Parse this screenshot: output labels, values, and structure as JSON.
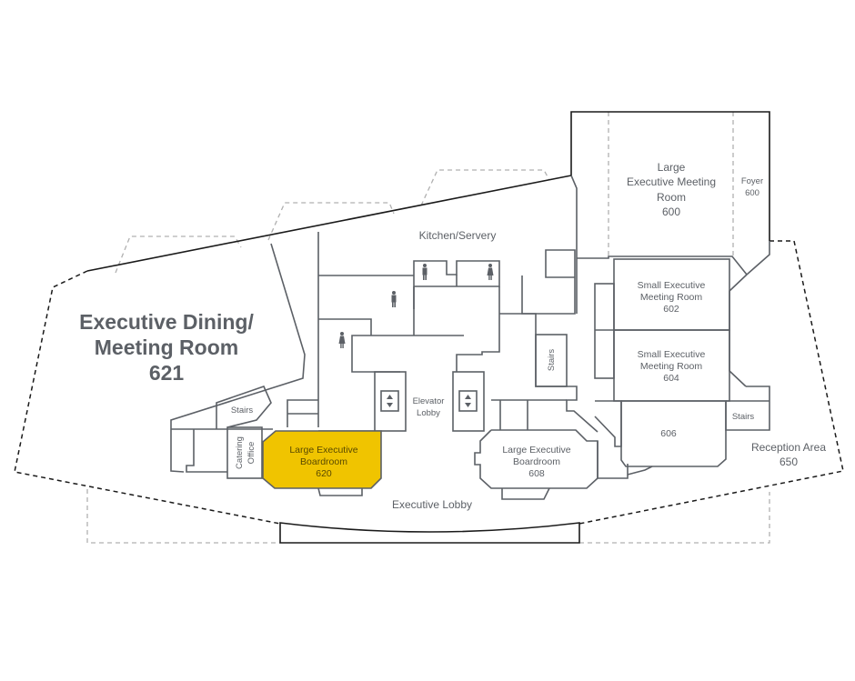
{
  "map": {
    "title": "Executive Floor Plan",
    "highlight_color": "#F0C400",
    "wall_color": "#5C6066",
    "rooms": [
      {
        "id": "621",
        "lines": [
          "Executive Dining/",
          "Meeting Room",
          "621"
        ],
        "highlighted": false
      },
      {
        "id": "kitchen",
        "lines": [
          "Kitchen/Servery"
        ],
        "highlighted": false
      },
      {
        "id": "600",
        "lines": [
          "Large",
          "Executive Meeting",
          "Room",
          "600"
        ],
        "highlighted": false
      },
      {
        "id": "foyer-600",
        "lines": [
          "Foyer",
          "600"
        ],
        "highlighted": false
      },
      {
        "id": "602",
        "lines": [
          "Small Executive",
          "Meeting Room",
          "602"
        ],
        "highlighted": false
      },
      {
        "id": "604",
        "lines": [
          "Small Executive",
          "Meeting Room",
          "604"
        ],
        "highlighted": false
      },
      {
        "id": "606",
        "lines": [
          "606"
        ],
        "highlighted": false
      },
      {
        "id": "stairs-east",
        "lines": [
          "Stairs"
        ],
        "highlighted": false
      },
      {
        "id": "stairs-center",
        "lines": [
          "Stairs"
        ],
        "highlighted": false
      },
      {
        "id": "stairs-west",
        "lines": [
          "Stairs"
        ],
        "highlighted": false
      },
      {
        "id": "650",
        "lines": [
          "Reception Area",
          "650"
        ],
        "highlighted": false
      },
      {
        "id": "608",
        "lines": [
          "Large Executive",
          "Boardroom",
          "608"
        ],
        "highlighted": false
      },
      {
        "id": "620",
        "lines": [
          "Large Executive",
          "Boardroom",
          "620"
        ],
        "highlighted": true
      },
      {
        "id": "catering",
        "lines": [
          "Catering",
          "Office"
        ],
        "highlighted": false
      },
      {
        "id": "elevator-lobby",
        "lines": [
          "Elevator",
          "Lobby"
        ],
        "highlighted": false
      },
      {
        "id": "executive-lobby",
        "lines": [
          "Executive Lobby"
        ],
        "highlighted": false
      }
    ],
    "icons": [
      {
        "name": "mens-restroom-icon",
        "count": 2
      },
      {
        "name": "womens-restroom-icon",
        "count": 2
      },
      {
        "name": "elevator-icon",
        "count": 2
      }
    ]
  }
}
